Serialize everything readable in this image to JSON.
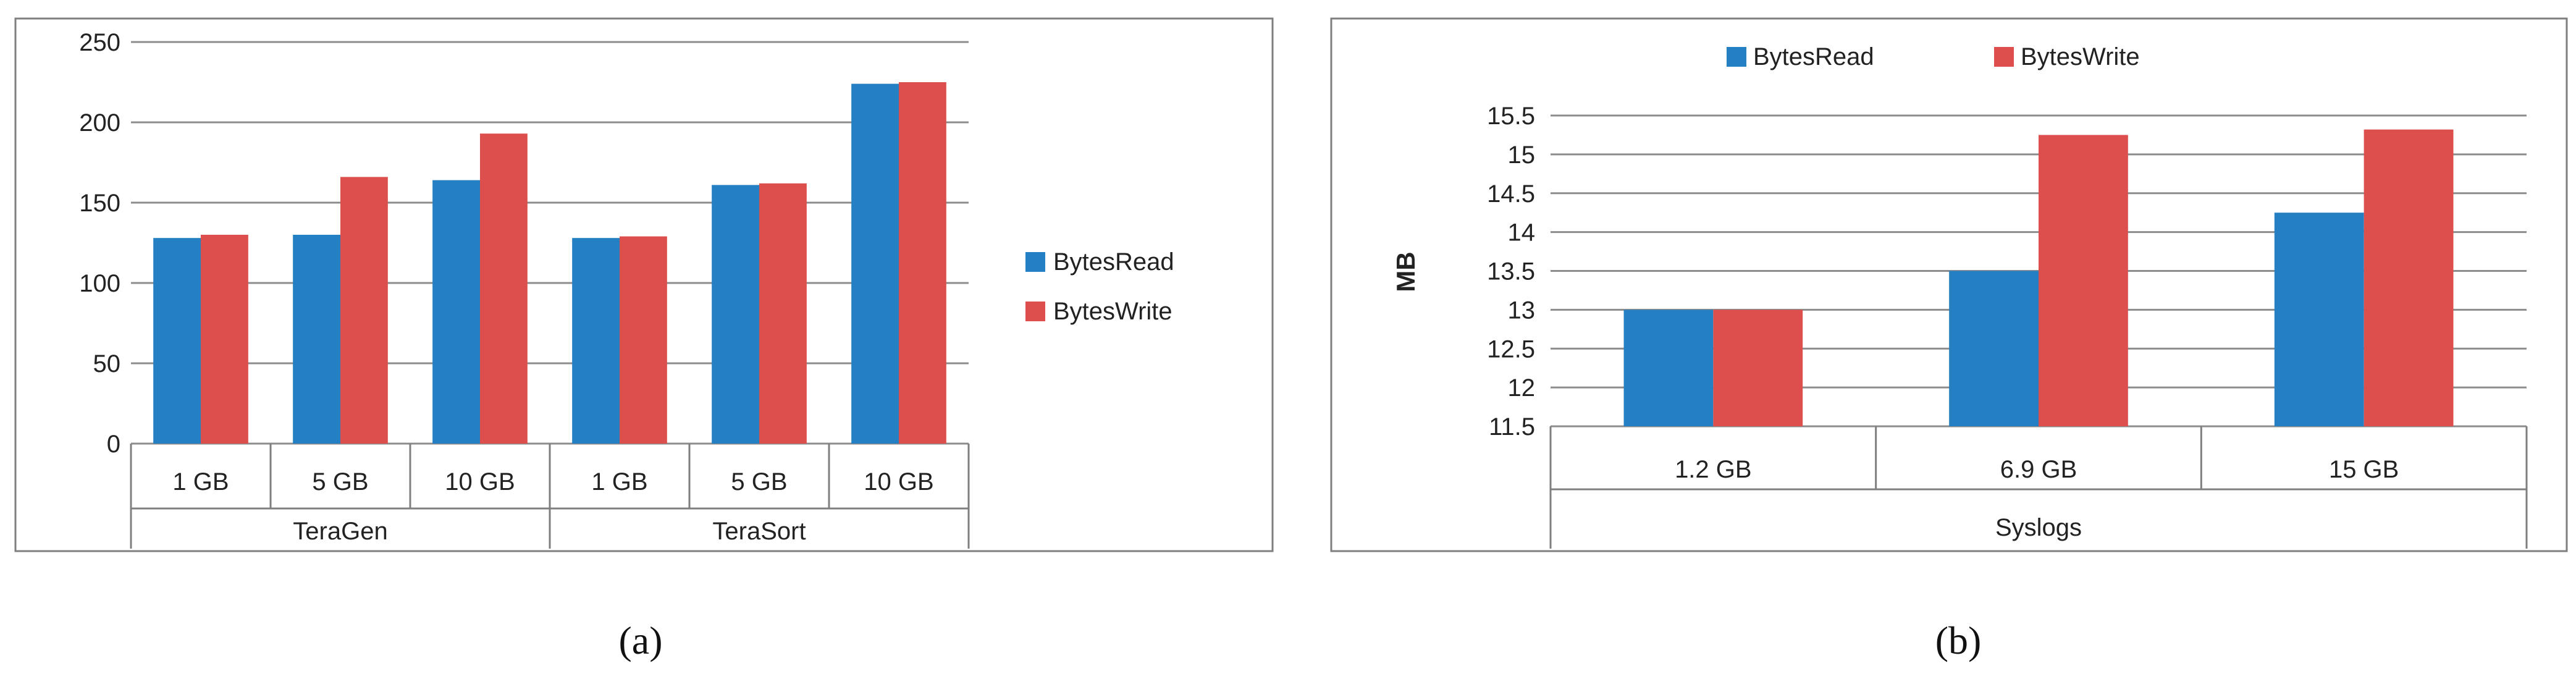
{
  "colors": {
    "bytes_read": "#2580C3",
    "bytes_write": "#DD4F4C",
    "grid": "#8C8C8C",
    "text": "#222222",
    "frame": "#7F7F7F"
  },
  "chart_data": [
    {
      "type": "bar",
      "caption": "(a)",
      "groups": [
        {
          "label": "TeraGen",
          "categories": [
            "1 GB",
            "5 GB",
            "10 GB"
          ]
        },
        {
          "label": "TeraSort",
          "categories": [
            "1 GB",
            "5 GB",
            "10 GB"
          ]
        }
      ],
      "categories": [
        "1 GB",
        "5 GB",
        "10 GB",
        "1 GB",
        "5 GB",
        "10 GB"
      ],
      "series": [
        {
          "name": "BytesRead",
          "values": [
            128,
            130,
            164,
            128,
            161,
            224
          ]
        },
        {
          "name": "BytesWrite",
          "values": [
            130,
            166,
            193,
            129,
            162,
            225
          ]
        }
      ],
      "ylim": [
        0,
        250
      ],
      "yticks": [
        "0",
        "50",
        "100",
        "150",
        "200",
        "250"
      ],
      "ylabel": "",
      "grid": true,
      "legend": "right"
    },
    {
      "type": "bar",
      "caption": "(b)",
      "groups": [
        {
          "label": "Syslogs",
          "categories": [
            "1.2 GB",
            "6.9 GB",
            "15 GB"
          ]
        }
      ],
      "categories": [
        "1.2 GB",
        "6.9 GB",
        "15 GB"
      ],
      "series": [
        {
          "name": "BytesRead",
          "values": [
            13.0,
            13.5,
            14.25
          ]
        },
        {
          "name": "BytesWrite",
          "values": [
            13.0,
            15.25,
            15.32
          ]
        }
      ],
      "ylim": [
        11.5,
        15.5
      ],
      "yticks": [
        "11.5",
        "12",
        "12.5",
        "13",
        "13.5",
        "14",
        "14.5",
        "15",
        "15.5"
      ],
      "ylabel": "MB",
      "grid": true,
      "legend": "top"
    }
  ]
}
